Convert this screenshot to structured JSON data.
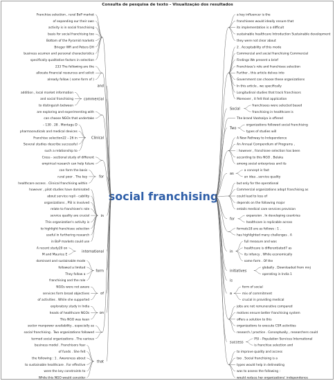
{
  "title": "Consulta de pesquisa de texto - Visualização dos resultados",
  "keyword": "social franchising",
  "left": [
    {
      "label": "",
      "items": [
        "Franchise selection , rural BoP market",
        "of expanding our their own",
        "activity is in social franchising",
        "basis for social franchising too",
        "Bottom of the Pyramid markets",
        "Brieger WR and Peters DH",
        "business acumen and personal characteristics",
        "specifically qualitative factors in selection"
      ]
    },
    {
      "label": "",
      "items": [
        "233 The following are the",
        "allocate financial resources and solicit",
        "already follow ( some form of )"
      ]
    },
    {
      "label": "and",
      "items": []
    },
    {
      "label": "commercial",
      "items": [
        "addition , local market information",
        "and social franchising",
        "to distinguish between"
      ]
    },
    {
      "label": "",
      "items": [
        "are exploring and experimenting with",
        "can choose NGOs that undertake"
      ]
    },
    {
      "label": "Clinical",
      "items": [
        "– 130 . 28 . Montagu D",
        "pharmaceuticals and medical devices",
        "Franchise selection22 – 26 in",
        "Several studies describe successful",
        "such a relationship to"
      ]
    },
    {
      "label": "",
      "items": [
        "Cross - sectional study of different",
        "empirical research can help future"
      ]
    },
    {
      "label": "for",
      "items": [
        "can form the basis",
        "rural poor . The key",
        "healthcare access . Clinical franchising within"
      ]
    },
    {
      "label": "in",
      "items": [
        "however , pilot studies have dominated",
        "about service repli - cability",
        "organizations , PSI is involved",
        "relate to franchisee's role",
        "service quality are crucial",
        "This organization's activity is",
        "to highlight franchisee selection",
        "useful in furthering research",
        "in BoP markets could use"
      ]
    },
    {
      "label": "international",
      "items": [
        "A recent study20 on",
        "M and Maurice E"
      ]
    },
    {
      "label": "form",
      "items": [
        "dominant and sustainable mode",
        "followed a limited",
        "They follow a",
        "franchising and the role"
      ]
    },
    {
      "label": "of",
      "items": [
        "NGOs were not aware",
        "services form broad objectives",
        "of activities . While she supported"
      ]
    },
    {
      "label": "on",
      "items": [
        "exploratory study in India",
        "heads of healthcare NGOs",
        "This NGO was keen"
      ]
    },
    {
      "label": "",
      "items": [
        "sector manpower availability , especially as",
        "social franchising . Two organizations followed",
        "termed social organizations . The various"
      ]
    },
    {
      "label": "that",
      "items": [
        "business model . Franchisors fear",
        "of funds . She felt",
        "the following : 1 . Awareness about",
        "to sustainable healthcare . For effective",
        "were the key constraints to",
        "While this NGO would consider"
      ]
    }
  ],
  "right": [
    {
      "label": "",
      "items": [
        "a key influencer is the",
        "franchisees would ideally ensure that",
        "its implementation is a difficult",
        "sustainable healthcare Introduction Sustainable development",
        "they were not clear about"
      ]
    },
    {
      "label": "",
      "items": [
        "2 . Acceptability of this mode",
        "Commercial and social franchising Commercial",
        "Findings We present a brief",
        "Franchisee's role and franchisee selection",
        "Further , this article delves into",
        "Government can choose these organizations",
        "In this article , we specifically",
        "Longitudinal studies that track franchisors",
        "Moreover , it felt that application"
      ]
    },
    {
      "label": "Social",
      "items": [
        "franchisees were selected based",
        "franchising in healthcare is"
      ]
    },
    {
      "label": "",
      "items": [
        "The brand Vaatsalya is offered"
      ]
    },
    {
      "label": "Two",
      "items": [
        "organizations followed social franchising",
        "types of studies will"
      ]
    },
    {
      "label": "",
      "items": [
        "A New Pathway to Independence",
        "An Annual Compendium of Programs ,",
        ": however , franchisee selection has been",
        "according to this NGO . Belaku",
        "among social enterprises and its"
      ]
    },
    {
      "label": "as",
      "items": [
        "a concept is fast",
        "an idea , service quality"
      ]
    },
    {
      "label": "",
      "items": [
        "but only for the operational",
        "Commercial organizations adopt franchising as",
        "could lead to loss of",
        "depends on the following major",
        "entails medical care services provision"
      ]
    },
    {
      "label": "for",
      "items": [
        "expansion . In developing countries",
        "healthcare is replicable across"
      ]
    },
    {
      "label": "",
      "items": [
        "formats18 are as follows : 1 .",
        "has highlighted many challenges . A"
      ]
    },
    {
      "label": "in",
      "items": [
        "full measure and was",
        "healthcare is differentiated7 as",
        "its infancy . While economically",
        "some form . Of the"
      ]
    },
    {
      "label": "initiatives",
      "items": [
        "globally . Downloaded from mnj",
        "operating in India 1"
      ]
    },
    {
      "label": "is",
      "items": []
    },
    {
      "label": "a",
      "items": [
        "form of social",
        "mix of commitment",
        "crucial in providing medical"
      ]
    },
    {
      "label": "",
      "items": [
        "jobs are not remunerative compared",
        "motives ensure better franchising system",
        "offers a solution to this",
        "organizations to execute CSR activities",
        "research / practice . Conceptually , researchers could"
      ]
    },
    {
      "label": "success",
      "items": [
        "PSI – Population Services International",
        "is franchise selection and"
      ]
    },
    {
      "label": "",
      "items": [
        "to improve quality and access",
        "too . Social franchising is a",
        "types would help in delineating",
        "was to assess the following :",
        "would reduce her organizations' independence"
      ]
    }
  ]
}
